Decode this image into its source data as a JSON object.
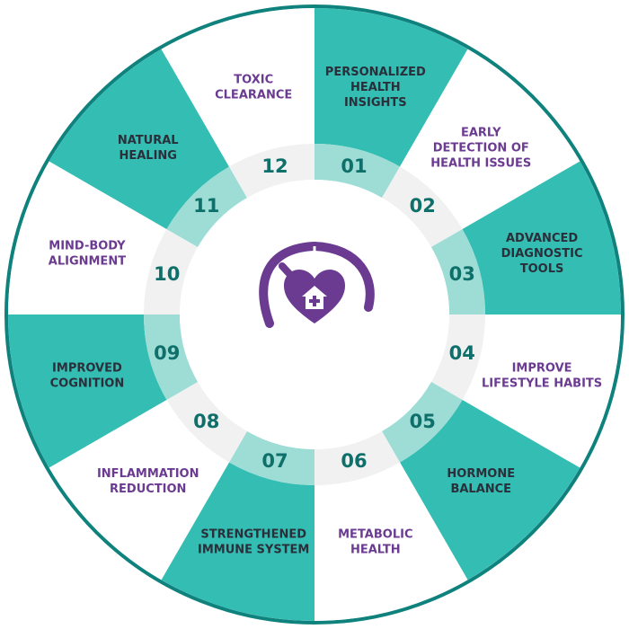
{
  "colors": {
    "teal": "#33BDB3",
    "teal_light": "#9DDDD6",
    "white": "#FFFFFF",
    "ring_white": "#F1F1F1",
    "rim": "#0F827D",
    "number": "#0F6F6A",
    "label_purple": "#6B3A91",
    "label_dark": "#2A2F3A",
    "icon": "#6B3A91"
  },
  "center_icon": "health-gauge-heart-icon",
  "segments": [
    {
      "number": "01",
      "label": [
        "PERSONALIZED",
        "HEALTH",
        "INSIGHTS"
      ],
      "style": "teal"
    },
    {
      "number": "02",
      "label": [
        "EARLY",
        "DETECTION OF",
        "HEALTH ISSUES"
      ],
      "style": "white"
    },
    {
      "number": "03",
      "label": [
        "ADVANCED",
        "DIAGNOSTIC",
        "TOOLS"
      ],
      "style": "teal"
    },
    {
      "number": "04",
      "label": [
        "IMPROVE",
        "LIFESTYLE HABITS"
      ],
      "style": "white"
    },
    {
      "number": "05",
      "label": [
        "HORMONE",
        "BALANCE"
      ],
      "style": "teal"
    },
    {
      "number": "06",
      "label": [
        "METABOLIC",
        "HEALTH"
      ],
      "style": "white"
    },
    {
      "number": "07",
      "label": [
        "STRENGTHENED",
        "IMMUNE SYSTEM"
      ],
      "style": "teal"
    },
    {
      "number": "08",
      "label": [
        "INFLAMMATION",
        "REDUCTION"
      ],
      "style": "white"
    },
    {
      "number": "09",
      "label": [
        "IMPROVED",
        "COGNITION"
      ],
      "style": "teal"
    },
    {
      "number": "10",
      "label": [
        "MIND-BODY",
        "ALIGNMENT"
      ],
      "style": "white"
    },
    {
      "number": "11",
      "label": [
        "NATURAL",
        "HEALING"
      ],
      "style": "teal"
    },
    {
      "number": "12",
      "label": [
        "TOXIC",
        "CLEARANCE"
      ],
      "style": "white"
    }
  ]
}
